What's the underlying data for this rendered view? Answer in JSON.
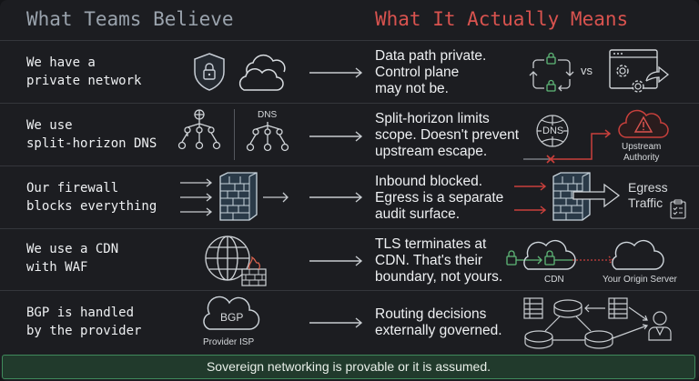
{
  "header": {
    "left_title": "What Teams Believe",
    "right_title": "What It Actually Means"
  },
  "colors": {
    "background": "#1c1d21",
    "left_title": "#9aa3ad",
    "right_title": "#d9534f",
    "red_accent": "#c9403c",
    "green_accent": "#4caf6a",
    "footer_bg": "#213a2c",
    "footer_border": "#3f8a5c"
  },
  "rows": [
    {
      "belief": "We have a\nprivate network",
      "belief_icons": [
        "shield-lock-icon",
        "cloud-icon"
      ],
      "meaning": "Data path private.\nControl plane\nmay not be.",
      "meaning_icons": [
        "lock-cycle-icon",
        "window-gears-icon"
      ],
      "vs_label": "vs"
    },
    {
      "belief": "We use\nsplit-horizon DNS",
      "belief_icons": [
        "globe-tree-icon",
        "dns-tree-icon"
      ],
      "dns_tree_label": "DNS",
      "meaning": "Split-horizon limits\nscope. Doesn't prevent\nupstream escape.",
      "meaning_icons": [
        "dns-globe-icon",
        "warning-cloud-icon"
      ],
      "dns_globe_label": "DNS",
      "upstream_label": "Upstream\nAuthority"
    },
    {
      "belief": "Our firewall\nblocks everything",
      "belief_icons": [
        "inbound-arrows-icon",
        "firewall-icon"
      ],
      "meaning": "Inbound blocked.\nEgress is a separate\naudit surface.",
      "meaning_icons": [
        "red-arrows-icon",
        "firewall-icon",
        "egress-arrow-icon",
        "checklist-icon"
      ],
      "egress_label": "Egress\nTraffic"
    },
    {
      "belief": "We use a CDN\nwith WAF",
      "belief_icons": [
        "globe-firewall-icon"
      ],
      "meaning": "TLS terminates at\nCDN. That's their\nboundary, not yours.",
      "meaning_icons": [
        "lock-icon",
        "cdn-cloud-icon",
        "origin-cloud-icon"
      ],
      "cdn_label": "CDN",
      "origin_label": "Your Origin Server"
    },
    {
      "belief": "BGP is handled\nby the provider",
      "belief_icons": [
        "bgp-cloud-icon"
      ],
      "bgp_label": "BGP",
      "provider_label": "Provider ISP",
      "meaning": "Routing decisions\nexternally governed.",
      "meaning_icons": [
        "route-table-icon",
        "router-icon",
        "user-icon"
      ]
    }
  ],
  "footer": {
    "text": "Sovereign networking is provable or it is assumed."
  }
}
